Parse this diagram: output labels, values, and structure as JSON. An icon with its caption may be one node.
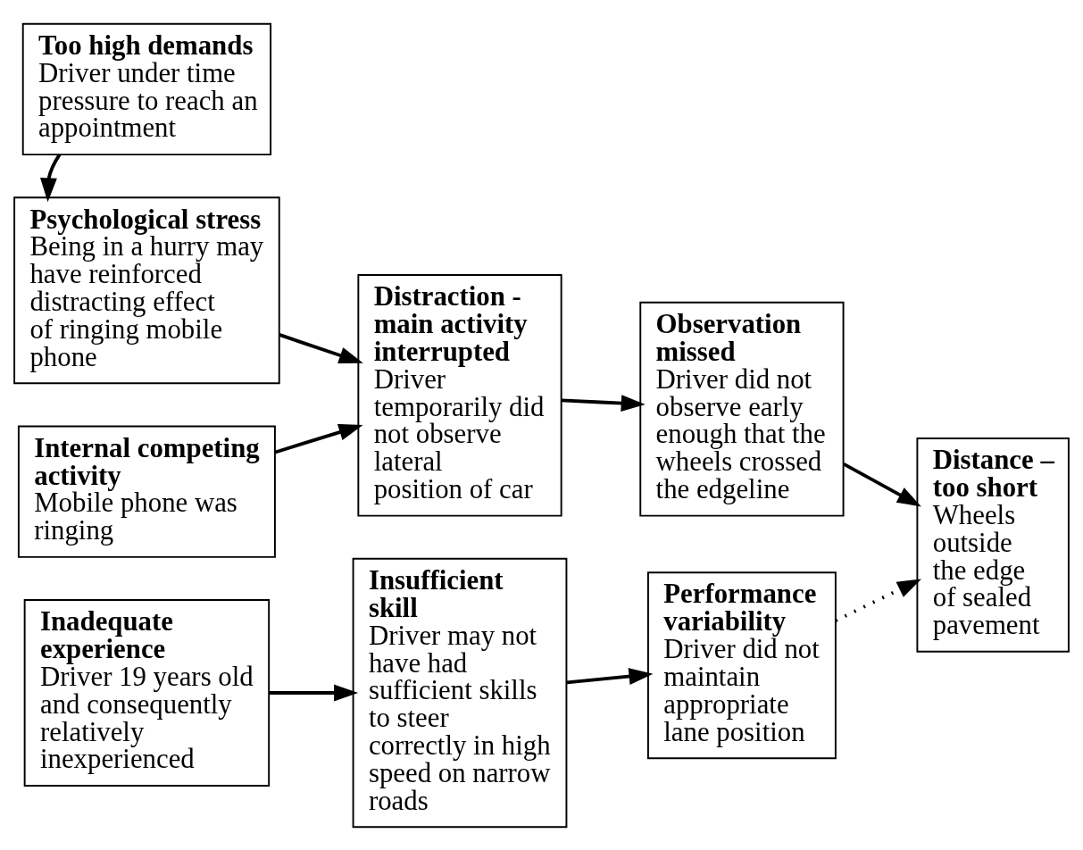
{
  "diagram": {
    "nodes": [
      {
        "text": [
          "Too high demands",
          "Driver under time pressure to reach an appointment"
        ]
      },
      {
        "text": [
          "Psychological stress",
          "Being in a hurry may have reinforced distracting effect of ringing mobile phone"
        ]
      },
      {
        "text": [
          "Internal competing activity",
          "Mobile phone was ringing"
        ]
      },
      {
        "text": [
          "Inadequate experience",
          "Driver 19 years old and consequently relatively inexperienced"
        ]
      },
      {
        "text": [
          "Distraction - main activity interrupted",
          "Driver temporarily did not observe lateral position of car"
        ]
      },
      {
        "text": [
          "Insufficient skill",
          "Driver may not have had sufficient skills to steer correctly in high speed on narrow roads"
        ]
      },
      {
        "text": [
          "Observation missed",
          "Driver did not observe early enough that the wheels crossed the edgeline"
        ]
      },
      {
        "text": [
          "Performance variability",
          "Driver did not maintain appropriate lane position"
        ]
      },
      {
        "text": [
          "Distance – too short",
          "Wheels outside the edge of sealed pavement"
        ]
      }
    ],
    "edges": [
      {
        "from": 0,
        "to": 1,
        "arrow": "to"
      },
      {
        "from": 1,
        "to": 4,
        "arrow": "to"
      },
      {
        "from": 2,
        "to": 4,
        "arrow": "to"
      },
      {
        "from": 3,
        "to": 5,
        "arrow": "to"
      },
      {
        "from": 4,
        "to": 6,
        "arrow": "to"
      },
      {
        "from": 5,
        "to": 7,
        "arrow": "to"
      },
      {
        "from": 6,
        "to": 8,
        "arrow": "to"
      },
      {
        "from": 7,
        "to": 8,
        "arrow": "to",
        "style": "dashed"
      }
    ]
  }
}
